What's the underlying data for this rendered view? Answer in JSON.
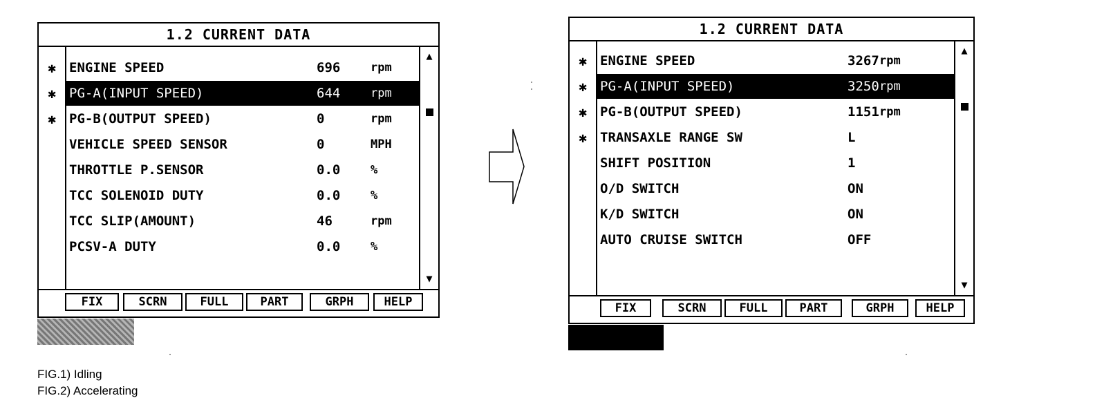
{
  "screens": [
    {
      "title": "1.2 CURRENT DATA",
      "scroll_up": "▲",
      "scroll_down": "▼",
      "rows": [
        {
          "mark": "✱",
          "label": "ENGINE SPEED",
          "value": "696",
          "unit": "rpm",
          "selected": false
        },
        {
          "mark": "✱",
          "label": "PG-A(INPUT SPEED)",
          "value": "644",
          "unit": "rpm",
          "selected": true
        },
        {
          "mark": "✱",
          "label": "PG-B(OUTPUT SPEED)",
          "value": "0",
          "unit": "rpm",
          "selected": false
        },
        {
          "mark": "",
          "label": "VEHICLE SPEED SENSOR",
          "value": "0",
          "unit": "MPH",
          "selected": false
        },
        {
          "mark": "",
          "label": "THROTTLE P.SENSOR",
          "value": "0.0",
          "unit": "%",
          "selected": false
        },
        {
          "mark": "",
          "label": "TCC SOLENOID DUTY",
          "value": "0.0",
          "unit": "%",
          "selected": false
        },
        {
          "mark": "",
          "label": "TCC SLIP(AMOUNT)",
          "value": "46",
          "unit": "rpm",
          "selected": false
        },
        {
          "mark": "",
          "label": "PCSV-A DUTY",
          "value": "0.0",
          "unit": "%",
          "selected": false
        }
      ],
      "function_keys": [
        "FIX",
        "SCRN",
        "FULL",
        "PART",
        "GRPH",
        "HELP"
      ]
    },
    {
      "title": "1.2 CURRENT DATA",
      "scroll_up": "▲",
      "scroll_down": "▼",
      "rows": [
        {
          "mark": "✱",
          "label": "ENGINE SPEED",
          "value": "3267",
          "unit": "rpm",
          "selected": false
        },
        {
          "mark": "✱",
          "label": "PG-A(INPUT SPEED)",
          "value": "3250",
          "unit": "rpm",
          "selected": true
        },
        {
          "mark": "✱",
          "label": "PG-B(OUTPUT SPEED)",
          "value": "1151",
          "unit": "rpm",
          "selected": false
        },
        {
          "mark": "✱",
          "label": "TRANSAXLE RANGE SW",
          "value": "L",
          "unit": "",
          "selected": false
        },
        {
          "mark": "",
          "label": "SHIFT POSITION",
          "value": "1",
          "unit": "",
          "selected": false
        },
        {
          "mark": "",
          "label": "O/D SWITCH",
          "value": "ON",
          "unit": "",
          "selected": false
        },
        {
          "mark": "",
          "label": "K/D SWITCH",
          "value": "ON",
          "unit": "",
          "selected": false
        },
        {
          "mark": "",
          "label": "AUTO CRUISE SWITCH",
          "value": "OFF",
          "unit": "",
          "selected": false
        }
      ],
      "function_keys": [
        "FIX",
        "SCRN",
        "FULL",
        "PART",
        "GRPH",
        "HELP"
      ]
    }
  ],
  "captions": [
    "FIG.1) Idling",
    "FIG.2) Accelerating"
  ],
  "icons": {
    "arrow": "right-arrow-icon",
    "scroll_up": "triangle-up-icon",
    "scroll_down": "triangle-down-icon"
  },
  "colors": {
    "ink": "#000000",
    "paper": "#ffffff",
    "badge1": "#9a9a9a",
    "badge2": "#000000"
  }
}
